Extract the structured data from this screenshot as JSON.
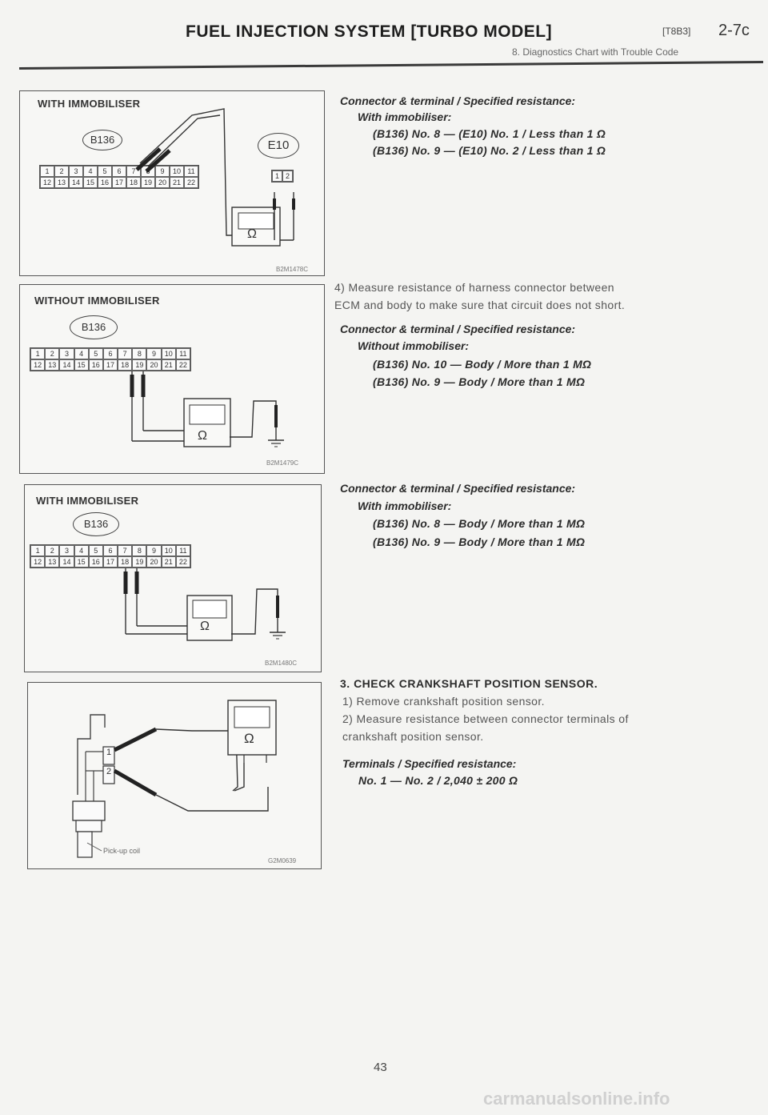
{
  "header": {
    "title": "FUEL INJECTION SYSTEM [TURBO MODEL]",
    "section_code": "[T8B3]",
    "page_code": "2-7c",
    "subtitle": "8. Diagnostics Chart with Trouble Code"
  },
  "figures": [
    {
      "label": "WITH IMMOBILISER",
      "connector": "B136",
      "connector2": "E10",
      "code": "B2M1478C"
    },
    {
      "label": "WITHOUT IMMOBILISER",
      "connector": "B136",
      "code": "B2M1479C"
    },
    {
      "label": "WITH IMMOBILISER",
      "connector": "B136",
      "code": "B2M1480C"
    },
    {
      "pin1": "1",
      "pin2": "2",
      "caption": "Pick-up coil",
      "code": "G2M0639"
    }
  ],
  "connector_pins_top": [
    "1",
    "2",
    "3",
    "4",
    "5",
    "6",
    "7",
    "8",
    "9",
    "10",
    "11"
  ],
  "connector_pins_bottom": [
    "12",
    "13",
    "14",
    "15",
    "16",
    "17",
    "18",
    "19",
    "20",
    "21",
    "22"
  ],
  "e10_pins": [
    "1",
    "2"
  ],
  "ohm_symbol": "Ω",
  "section1": {
    "heading": "Connector & terminal / Specified resistance:",
    "sub": "With immobiliser:",
    "lines": [
      "(B136) No. 8 — (E10) No. 1 / Less than 1 Ω",
      "(B136) No. 9 — (E10) No. 2 / Less than 1 Ω"
    ]
  },
  "section2": {
    "para_line1": "4) Measure resistance of harness connector between",
    "para_line2": "ECM and body to make sure that circuit does not short.",
    "heading": "Connector & terminal / Specified resistance:",
    "sub": "Without immobiliser:",
    "lines": [
      "(B136) No. 10 — Body / More than 1 MΩ",
      "(B136) No. 9 — Body / More than 1 MΩ"
    ]
  },
  "section3": {
    "heading": "Connector & terminal / Specified resistance:",
    "sub": "With immobiliser:",
    "lines": [
      "(B136) No. 8 — Body / More than 1 MΩ",
      "(B136) No. 9 — Body / More than 1 MΩ"
    ]
  },
  "section4": {
    "step": "3. CHECK CRANKSHAFT POSITION SENSOR.",
    "item1": "1) Remove crankshaft position sensor.",
    "item2_line1": "2) Measure resistance between connector terminals of",
    "item2_line2": "crankshaft position sensor.",
    "heading": "Terminals / Specified resistance:",
    "line": "No. 1 — No. 2 / 2,040 ± 200 Ω"
  },
  "page_number": "43",
  "footer": "carmanualsonline.info"
}
